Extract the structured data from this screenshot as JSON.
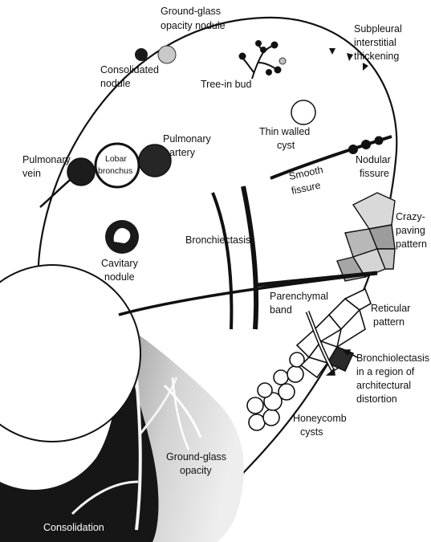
{
  "labels": {
    "ggo_nodule": [
      "Ground-glass",
      "opacity nodule"
    ],
    "subpleural": [
      "Subpleural",
      "interstitial",
      "thickening"
    ],
    "consolidated_nodule": [
      "Consolidated",
      "nodule"
    ],
    "tree_in_bud": "Tree-in bud",
    "thin_walled_cyst": [
      "Thin walled",
      "cyst"
    ],
    "pulmonary_artery": [
      "Pulmonary",
      "artery"
    ],
    "lobar_bronchus": [
      "Lobar",
      "bronchus"
    ],
    "pulmonary_vein": [
      "Pulmonary",
      "vein"
    ],
    "nodular_fissure": [
      "Nodular",
      "fissure"
    ],
    "smooth_fissure": [
      "Smooth",
      "fissure"
    ],
    "crazy_paving": [
      "Crazy-",
      "paving",
      "pattern"
    ],
    "cavitary_nodule": [
      "Cavitary",
      "nodule"
    ],
    "bronchiectasis": "Bronchiectasis",
    "parenchymal_band": [
      "Parenchymal",
      "band"
    ],
    "reticular": [
      "Reticular",
      "pattern"
    ],
    "bronchiolectasis": [
      "Bronchiolectasis",
      "in a region of",
      "architectural",
      "distortion"
    ],
    "honeycomb": [
      "Honeycomb",
      "cysts"
    ],
    "ground_glass_opacity": [
      "Ground-glass",
      "opacity"
    ],
    "consolidation": "Consolidation"
  },
  "colors": {
    "outline": "#111111",
    "dark_fill": "#1a1a1a",
    "ggo_fill": "#c7c7c7",
    "light_gray": "#d9d9d9",
    "mid_gray": "#a8a8a8",
    "background": "#ffffff"
  }
}
